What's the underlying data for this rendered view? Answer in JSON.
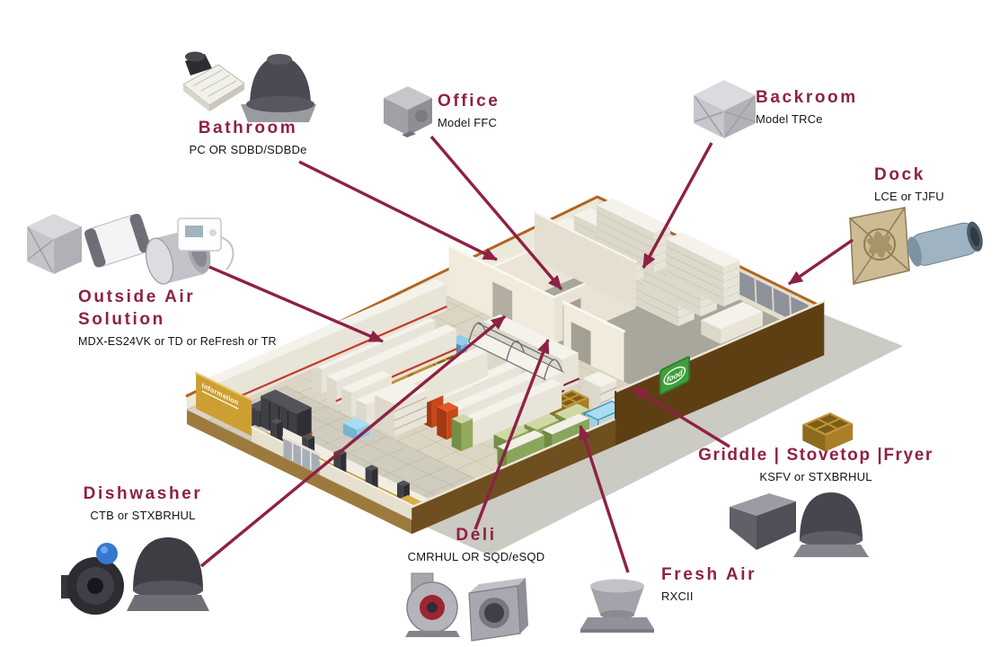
{
  "diagram": {
    "accent_color": "#8E2144",
    "labels": [
      {
        "id": "bathroom",
        "title": "Bathroom",
        "subtitle": "PC OR SDBD/SDBDe"
      },
      {
        "id": "office",
        "title": "Office",
        "subtitle": "Model FFC"
      },
      {
        "id": "backroom",
        "title": "Backroom",
        "subtitle": "Model TRCe"
      },
      {
        "id": "dock",
        "title": "Dock",
        "subtitle": "LCE or TJFU"
      },
      {
        "id": "outside-air",
        "title_line1": "Outside Air",
        "title_line2": "Solution",
        "subtitle": "MDX-ES24VK or TD or ReFresh or TR"
      },
      {
        "id": "dishwasher",
        "title": "Dishwasher",
        "subtitle": "CTB or STXBRHUL"
      },
      {
        "id": "deli",
        "title": "Deli",
        "subtitle": "CMRHUL OR SQD/eSQD"
      },
      {
        "id": "fresh-air",
        "title": "Fresh Air",
        "subtitle": "RXCII"
      },
      {
        "id": "griddle",
        "title": "Griddle | Stovetop |Fryer",
        "subtitle": "KSFV or STXBRHUL"
      }
    ]
  },
  "store": {
    "information_sign": "Information",
    "food_sign": "food",
    "colors": {
      "roof_edge": "#B2641F",
      "wall_brown": "#5E3F14",
      "food_green": "#3FA03C",
      "info_gold": "#CD9F33"
    }
  }
}
